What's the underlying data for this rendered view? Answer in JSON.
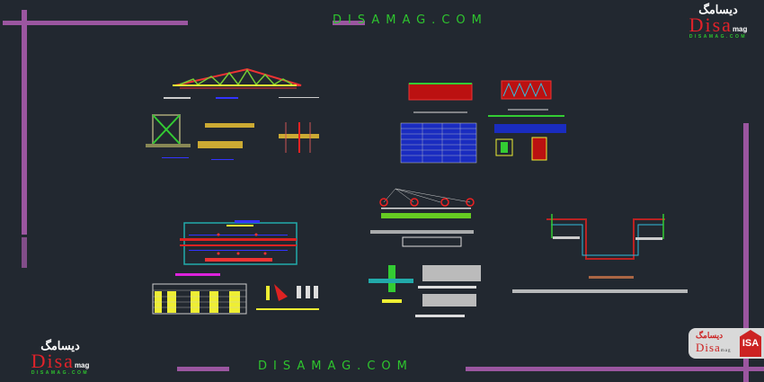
{
  "watermark": {
    "top_text": "DISAMAG.COM",
    "bottom_text": "DISAMAG.COM"
  },
  "logo": {
    "persian": "دیسامگ",
    "brand": "Disa",
    "suffix": "mag",
    "url": "DISAMAG.COM"
  },
  "badge": {
    "persian": "دیسامگ",
    "brand": "Disa",
    "suffix": "mag",
    "mark": "ISA"
  },
  "colors": {
    "background": "#222830",
    "frame": "#9b56a0",
    "watermark": "#2ec52e",
    "brand": "#e0222a"
  }
}
